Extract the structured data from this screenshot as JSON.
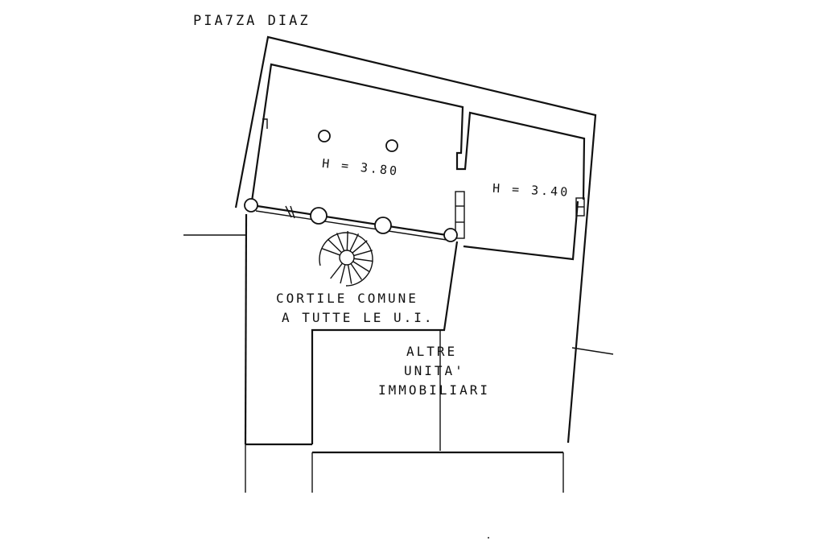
{
  "labels": {
    "street": "PIA7ZA  DIAZ",
    "height_room_left": "H = 3.80",
    "height_room_right": "H = 3.40",
    "courtyard_line1": "CORTILE COMUNE",
    "courtyard_line2": "A TUTTE LE U.I.",
    "other_units_line1": "ALTRE",
    "other_units_line2": "UNITA'",
    "other_units_line3": "IMMOBILIARI"
  }
}
